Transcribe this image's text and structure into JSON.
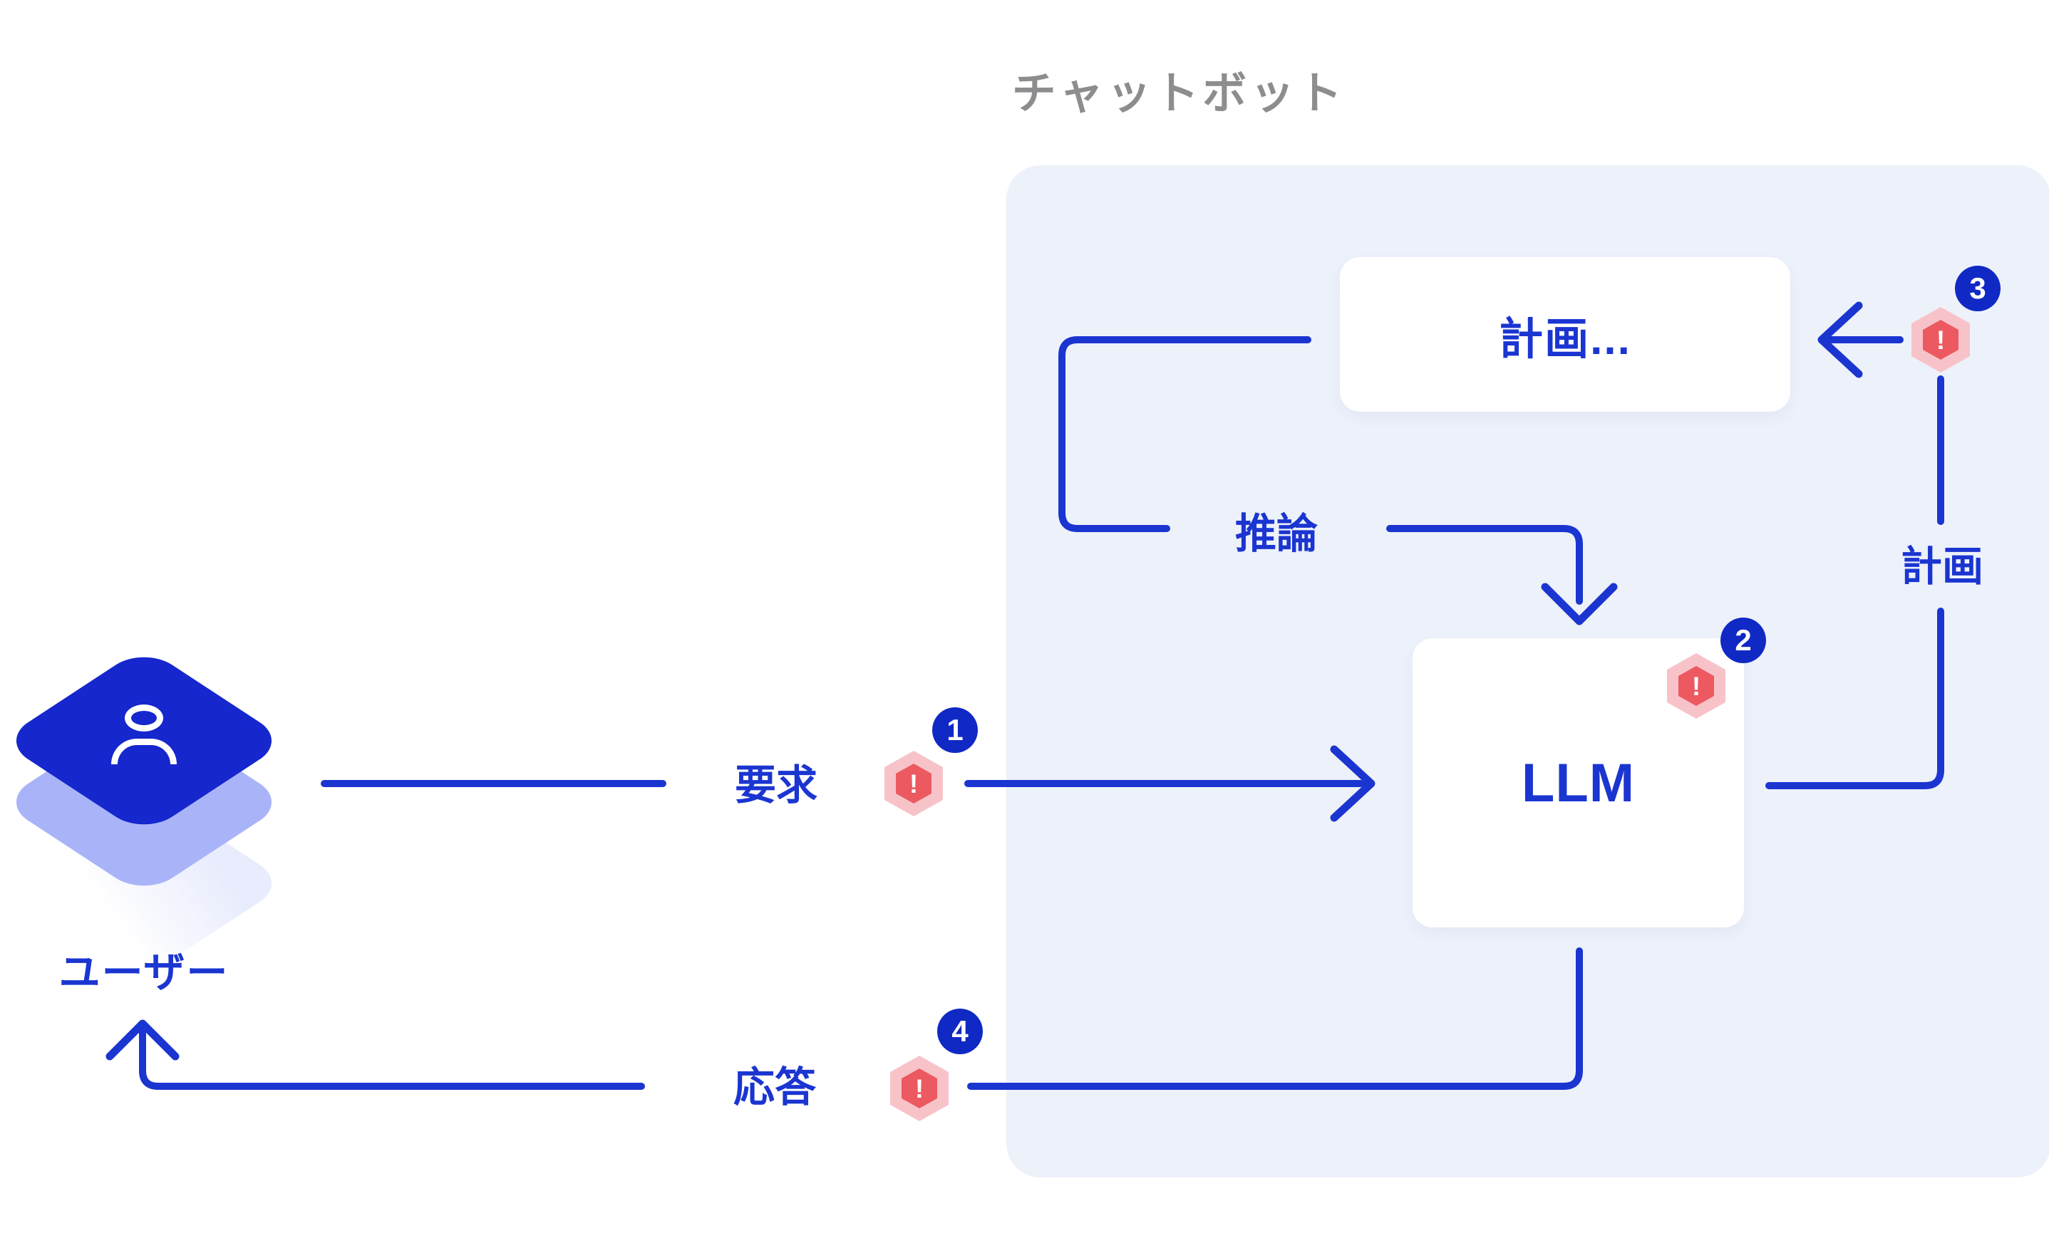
{
  "diagram": {
    "title": "チャットボット",
    "user": {
      "label": "ユーザー"
    },
    "nodes": {
      "plan": {
        "label": "計画..."
      },
      "llm": {
        "label": "LLM"
      }
    },
    "labels": {
      "request": "要求",
      "response": "応答",
      "reasoning": "推論",
      "plan": "計画"
    },
    "badges": {
      "request": "1",
      "llm": "2",
      "plan": "3",
      "response": "4"
    },
    "warning_glyph": "!",
    "colors": {
      "accent_blue": "#1b35d1",
      "badge_blue": "#1029c4",
      "panel_bg": "#edf1fa",
      "title_gray": "#8d8d8f",
      "warning_outer": "#f7c3c9",
      "warning_inner": "#ec5960",
      "cube_top": "#1527cd",
      "cube_side": "#a9b4f8"
    }
  }
}
